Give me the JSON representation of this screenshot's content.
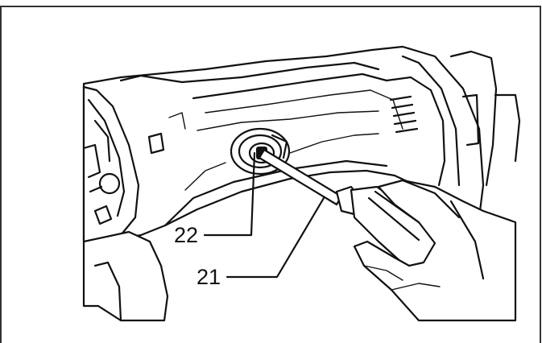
{
  "figure": {
    "callouts": [
      {
        "id": "22",
        "label": "22"
      },
      {
        "id": "21",
        "label": "21"
      }
    ]
  },
  "colors": {
    "ink": "#111111",
    "background": "#ffffff",
    "frame": "#333333"
  }
}
